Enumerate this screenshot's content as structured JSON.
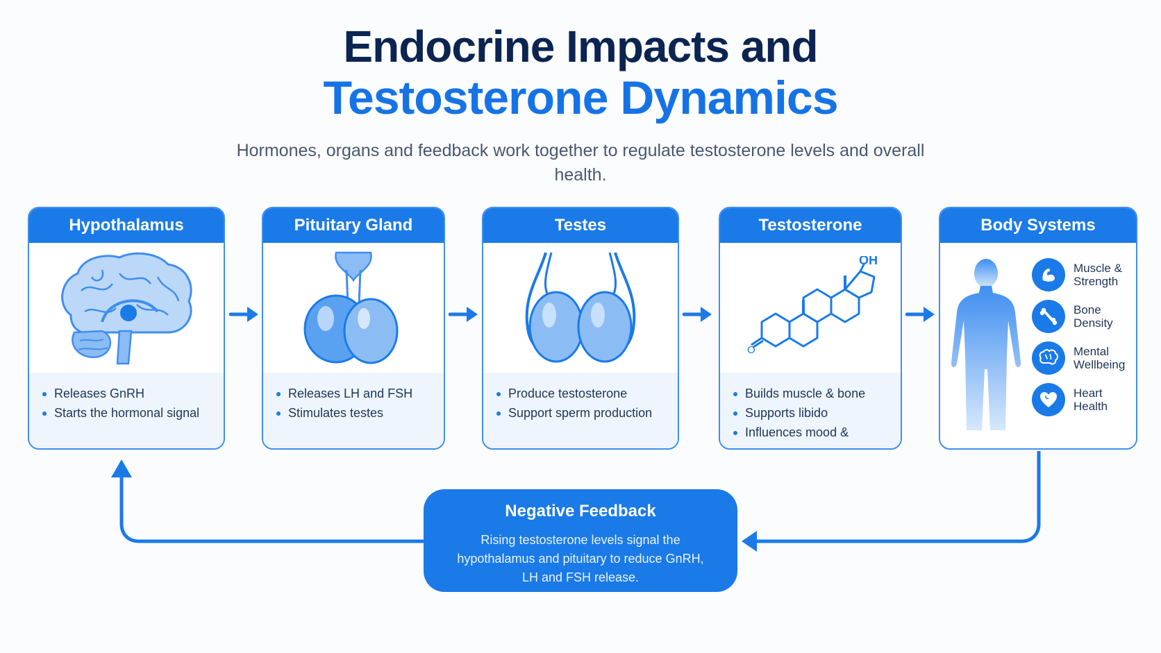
{
  "title": {
    "line1": "Endocrine Impacts and",
    "line2": "Testosterone Dynamics"
  },
  "subtitle": "Hormones, organs and feedback work together to regulate testosterone levels and overall health.",
  "cards": [
    {
      "name": "Hypothalamus",
      "icon": "brain-icon",
      "bullets": [
        "Releases GnRH",
        "Starts the hormonal signal"
      ]
    },
    {
      "name": "Pituitary Gland",
      "icon": "pituitary-gland-icon",
      "bullets": [
        "Releases LH and FSH",
        "Stimulates testes"
      ]
    },
    {
      "name": "Testes",
      "icon": "testes-icon",
      "bullets": [
        "Produce testosterone",
        "Support sperm production"
      ]
    },
    {
      "name": "Testosterone",
      "icon": "steroid-molecule-icon",
      "molecule_label": "OH",
      "bullets": [
        "Builds muscle & bone",
        "Supports libido",
        "Influences mood & energy"
      ]
    },
    {
      "name": "Body Systems",
      "icon": "human-body-icon",
      "systems": [
        {
          "label": "Muscle & Strength",
          "icon": "muscle-icon"
        },
        {
          "label": "Bone Density",
          "icon": "bone-icon"
        },
        {
          "label": "Mental Wellbeing",
          "icon": "brain-icon"
        },
        {
          "label": "Heart Health",
          "icon": "heart-icon"
        }
      ]
    }
  ],
  "feedback": {
    "title": "Negative Feedback",
    "text": "Rising testosterone levels signal the hypothalamus and pituitary to reduce GnRH, LH and FSH release."
  },
  "colors": {
    "primary": "#1a7ae8",
    "navy": "#0b2452",
    "light": "#eef5fd",
    "icon_fill": "#8cbcf4"
  }
}
